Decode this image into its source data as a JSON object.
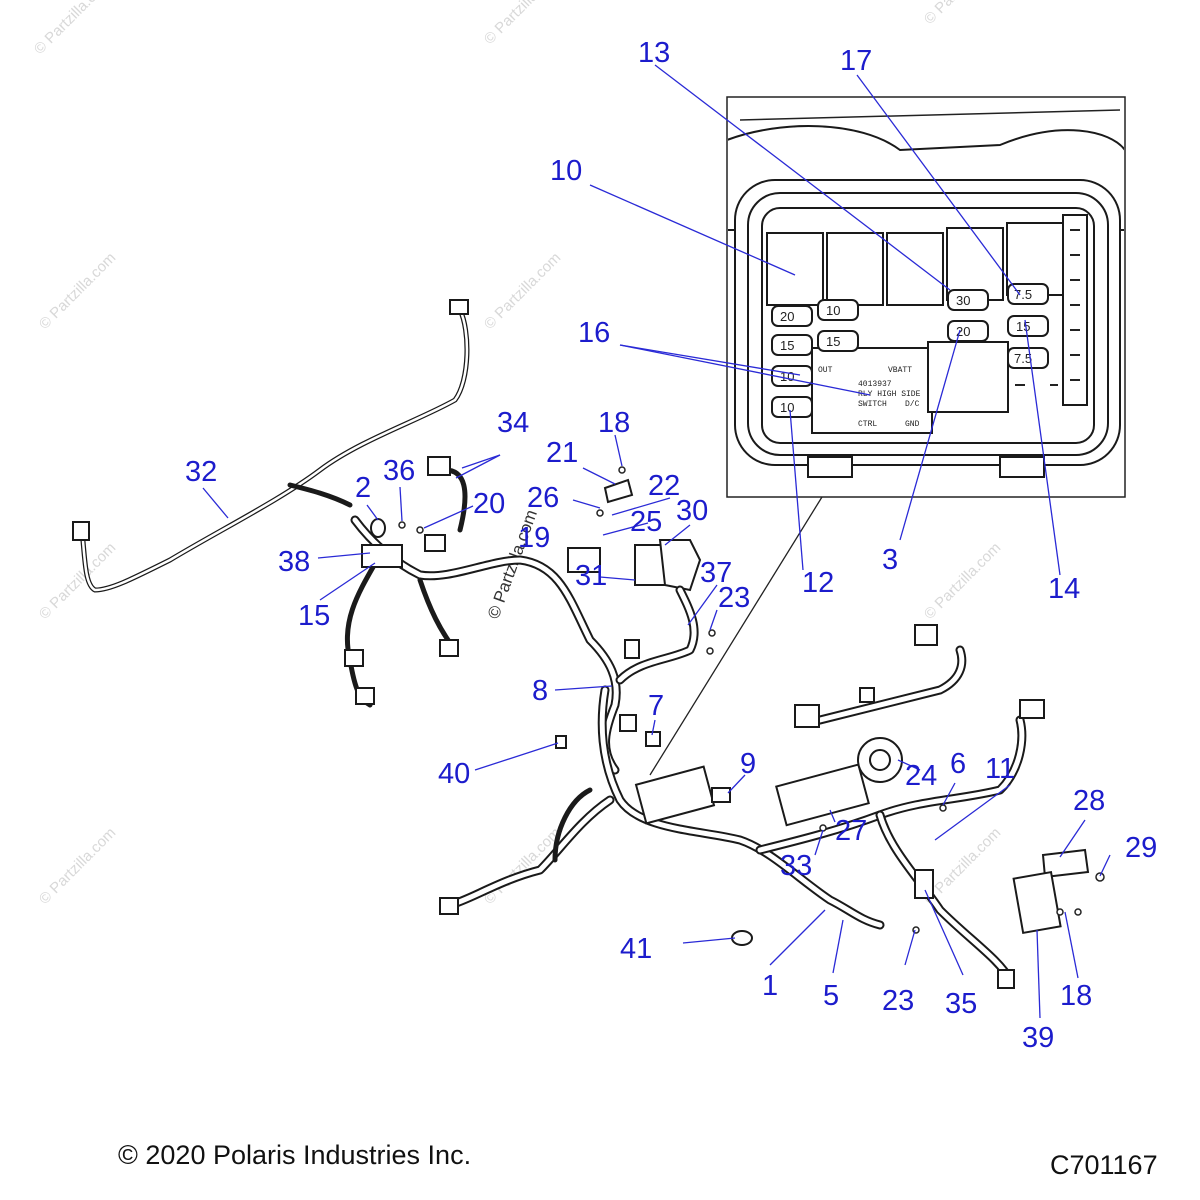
{
  "diagram_id": "C701167",
  "copyright": "© 2020 Polaris Industries Inc.",
  "watermark": "© Partzilla.com",
  "accent_color": "#1c1ccc",
  "callouts": [
    {
      "id": "c1",
      "label": "1"
    },
    {
      "id": "c2",
      "label": "2"
    },
    {
      "id": "c3",
      "label": "3"
    },
    {
      "id": "c5",
      "label": "5"
    },
    {
      "id": "c6",
      "label": "6"
    },
    {
      "id": "c7",
      "label": "7"
    },
    {
      "id": "c8",
      "label": "8"
    },
    {
      "id": "c9",
      "label": "9"
    },
    {
      "id": "c10",
      "label": "10"
    },
    {
      "id": "c11",
      "label": "11"
    },
    {
      "id": "c12",
      "label": "12"
    },
    {
      "id": "c13",
      "label": "13"
    },
    {
      "id": "c14",
      "label": "14"
    },
    {
      "id": "c15",
      "label": "15"
    },
    {
      "id": "c16",
      "label": "16"
    },
    {
      "id": "c17",
      "label": "17"
    },
    {
      "id": "c18a",
      "label": "18"
    },
    {
      "id": "c18b",
      "label": "18"
    },
    {
      "id": "c19",
      "label": "19"
    },
    {
      "id": "c20",
      "label": "20"
    },
    {
      "id": "c21",
      "label": "21"
    },
    {
      "id": "c22",
      "label": "22"
    },
    {
      "id": "c23a",
      "label": "23"
    },
    {
      "id": "c23b",
      "label": "23"
    },
    {
      "id": "c24",
      "label": "24"
    },
    {
      "id": "c25",
      "label": "25"
    },
    {
      "id": "c26",
      "label": "26"
    },
    {
      "id": "c27",
      "label": "27"
    },
    {
      "id": "c28",
      "label": "28"
    },
    {
      "id": "c29",
      "label": "29"
    },
    {
      "id": "c30",
      "label": "30"
    },
    {
      "id": "c31",
      "label": "31"
    },
    {
      "id": "c32",
      "label": "32"
    },
    {
      "id": "c33",
      "label": "33"
    },
    {
      "id": "c34",
      "label": "34"
    },
    {
      "id": "c35",
      "label": "35"
    },
    {
      "id": "c36",
      "label": "36"
    },
    {
      "id": "c37",
      "label": "37"
    },
    {
      "id": "c38",
      "label": "38"
    },
    {
      "id": "c39",
      "label": "39"
    },
    {
      "id": "c40",
      "label": "40"
    },
    {
      "id": "c41",
      "label": "41"
    }
  ],
  "fuse_box": {
    "fuses": [
      "20",
      "10",
      "15",
      "10",
      "10",
      "15",
      "30",
      "20",
      "7.5",
      "15",
      "7.5"
    ],
    "relay_text": [
      "OUT",
      "VBATT",
      "4013937",
      "RLY HIGH SIDE",
      "SWITCH",
      "D/C",
      "CTRL",
      "GND"
    ]
  }
}
